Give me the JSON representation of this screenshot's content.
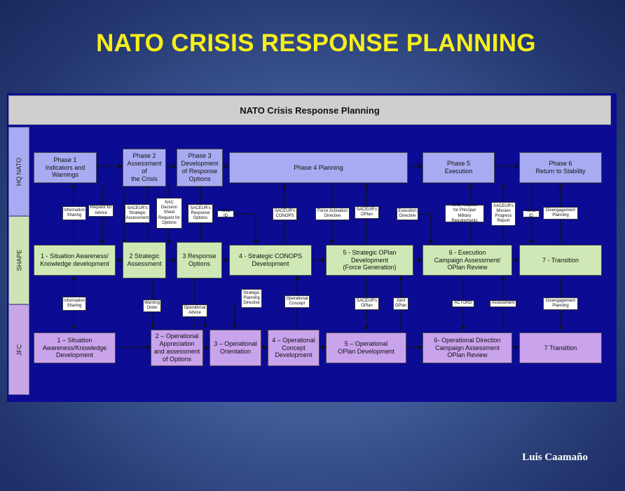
{
  "slide_title": "NATO CRISIS RESPONSE PLANNING",
  "author": "Luis Caamaño",
  "diagram": {
    "header": "NATO Crisis Response Planning",
    "lanes": {
      "hq": "HQ NATO",
      "shape": "SHAPE",
      "jfc": "JFC"
    },
    "hq_boxes": {
      "p1": "Phase 1\nIndicators and Warnings",
      "p2": "Phase 2\nAssessment of\nthe Crisis",
      "p3": "Phase 3\nDevelopment\nof Response\nOptions",
      "p4": "Phase 4 Planning",
      "p5": "Phase 5\nExecution",
      "p6": "Phase 6\nReturn to Stability"
    },
    "shape_boxes": {
      "s1": "1 - Situation Awareness/\nKnowledge development",
      "s2": "2 Strategic\nAssessment",
      "s3": "3  Response\nOptions",
      "s4": "4 - Strategic CONOPS\nDevelopment",
      "s5": "5 - Strategic OPlan\nDevelopment\n(Force Generation)",
      "s6": "6 - Execution\nCampaign Assessment/\nOPlan Review",
      "s7": "7 - Transition"
    },
    "jfc_boxes": {
      "j1": "1 – Situation\nAwareness/Knowledge\nDevelopment",
      "j2": "2 – Operational\nAppreciation\nand assessment\nof Options",
      "j3": "3 – Operational\nOrientation",
      "j4": "4 – Operational\nConcept\nDevelopment",
      "j5": "5 – Operational\nOPlan Development",
      "j6": "6- Operational Direction\nCampaign Assessment\nOPlan Review",
      "j7": "7 Transition"
    },
    "labels": {
      "info_sharing_top": "Information\nSharing",
      "request_advice": "Request for\nAdvice",
      "saceur_strategic": "SACEUR's\nStrategic\nAssessment",
      "nac_decision": "NAC\nDecision\nSheet\nRequest for\nOptions",
      "saceur_response": "SACEUR's\nResponse\nOptions",
      "nac_id_1": "NAC ID",
      "saceur_conops": "SACEUR's\nCONOPS",
      "force_activation": "Force Activation\nDirective",
      "saceur_oplan_top": "SACEUR's\nOPlan",
      "execution_directive": "Execution\nDirective",
      "nac_request": "NAC Request\nfor Principal Military\nRequirements",
      "saceur_mission": "SACEUR's\nMission\nProgress\nReport",
      "nac_id_2": "NAC ID",
      "disengagement_top": "Disengagement\nPlanning",
      "info_sharing_bottom": "Information\nSharing",
      "warning_order": "Warning\nOrder",
      "operational_advice": "Operational\nAdvice",
      "strategic_planning": "Strategic\nPlanning\nDirective",
      "operational_concept": "Operational\nConcept",
      "saceur_oplan_bottom": "SACEUR's\nOPlan",
      "joint_oplan": "Joint\nOPlan",
      "actord": "ACTORD",
      "assessment": "Assessment",
      "disengagement_bottom": "Disengagement\nPlanning"
    }
  },
  "colors": {
    "background": "#2f4a86",
    "title": "#f6ef1a",
    "diagram_bg": "#0b0b93",
    "hq": "#a9abf2",
    "shape": "#cfe8b5",
    "jfc": "#c9a3ec"
  }
}
